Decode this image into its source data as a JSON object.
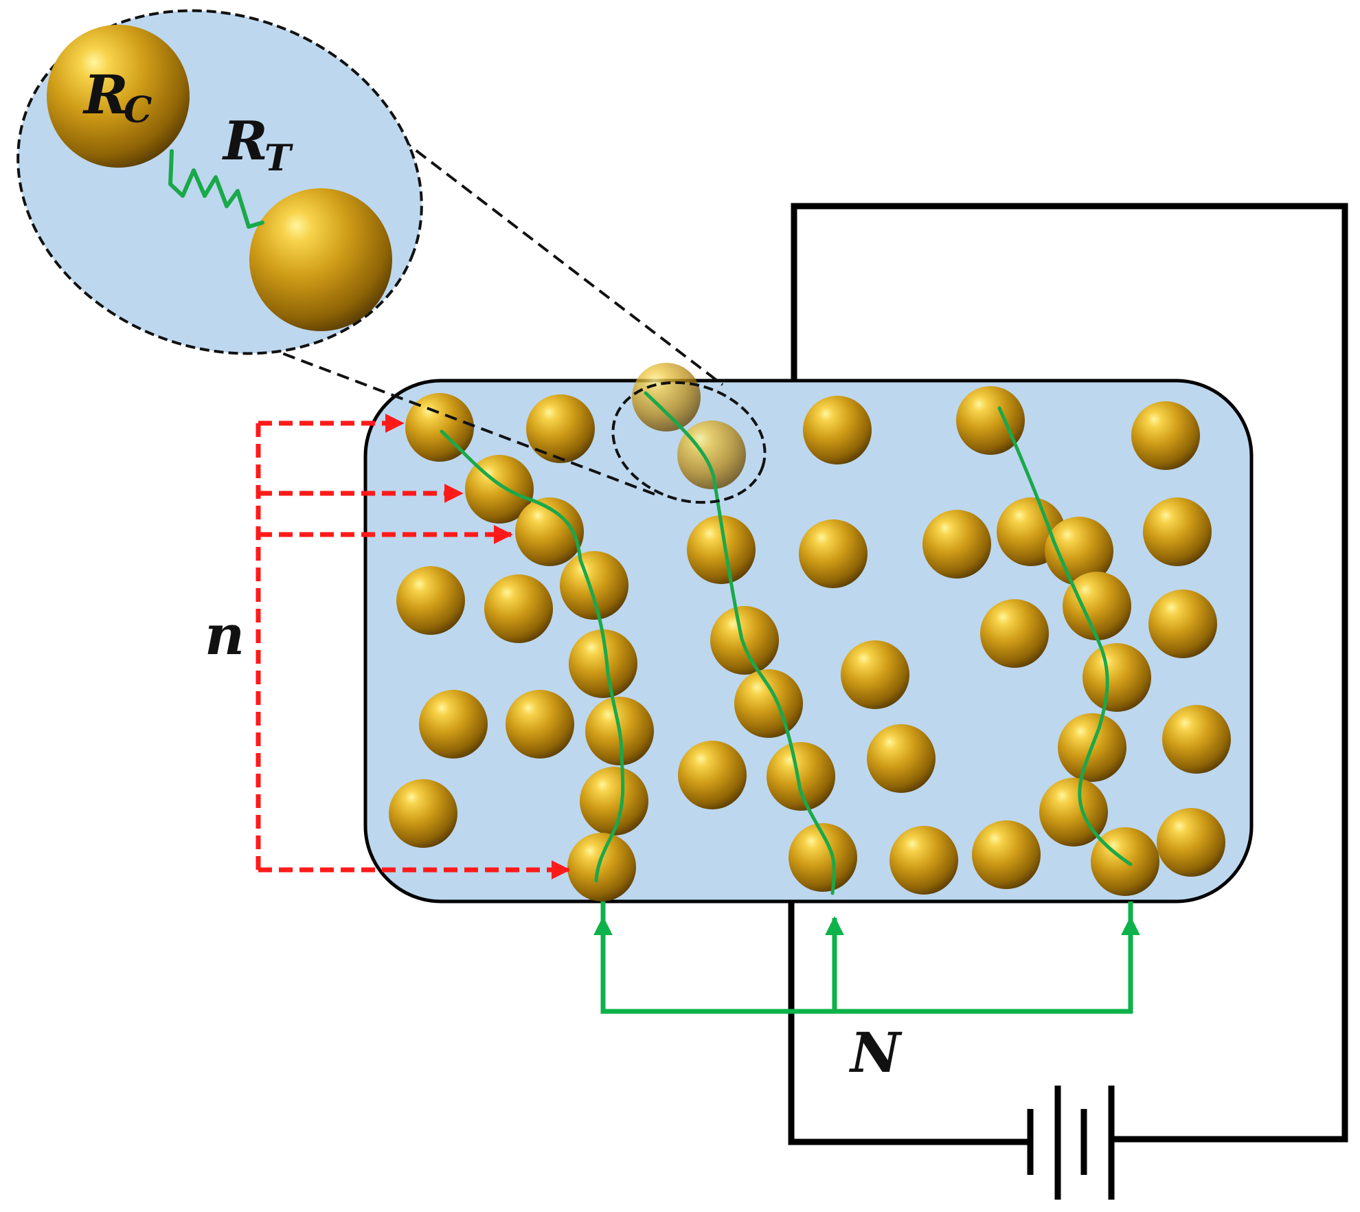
{
  "labels": {
    "contact_resistance": {
      "main": "R",
      "sub": "C"
    },
    "tunneling_resistance": {
      "main": "R",
      "sub": "T"
    },
    "particles_per_path": "n",
    "number_of_paths": "N"
  },
  "icons": {
    "particle": "gold-sphere-icon",
    "tunneling": "spring-resistor-icon",
    "battery": "battery-icon"
  },
  "colors": {
    "matrix_fill": "#bdd7ee",
    "particle_gold": "#c89a12",
    "conduction_path": "#1aa84a",
    "n_arrows": "#ff1a1a",
    "N_arrows": "#0db24a",
    "wire": "#000000",
    "callout_outline": "#111111"
  }
}
